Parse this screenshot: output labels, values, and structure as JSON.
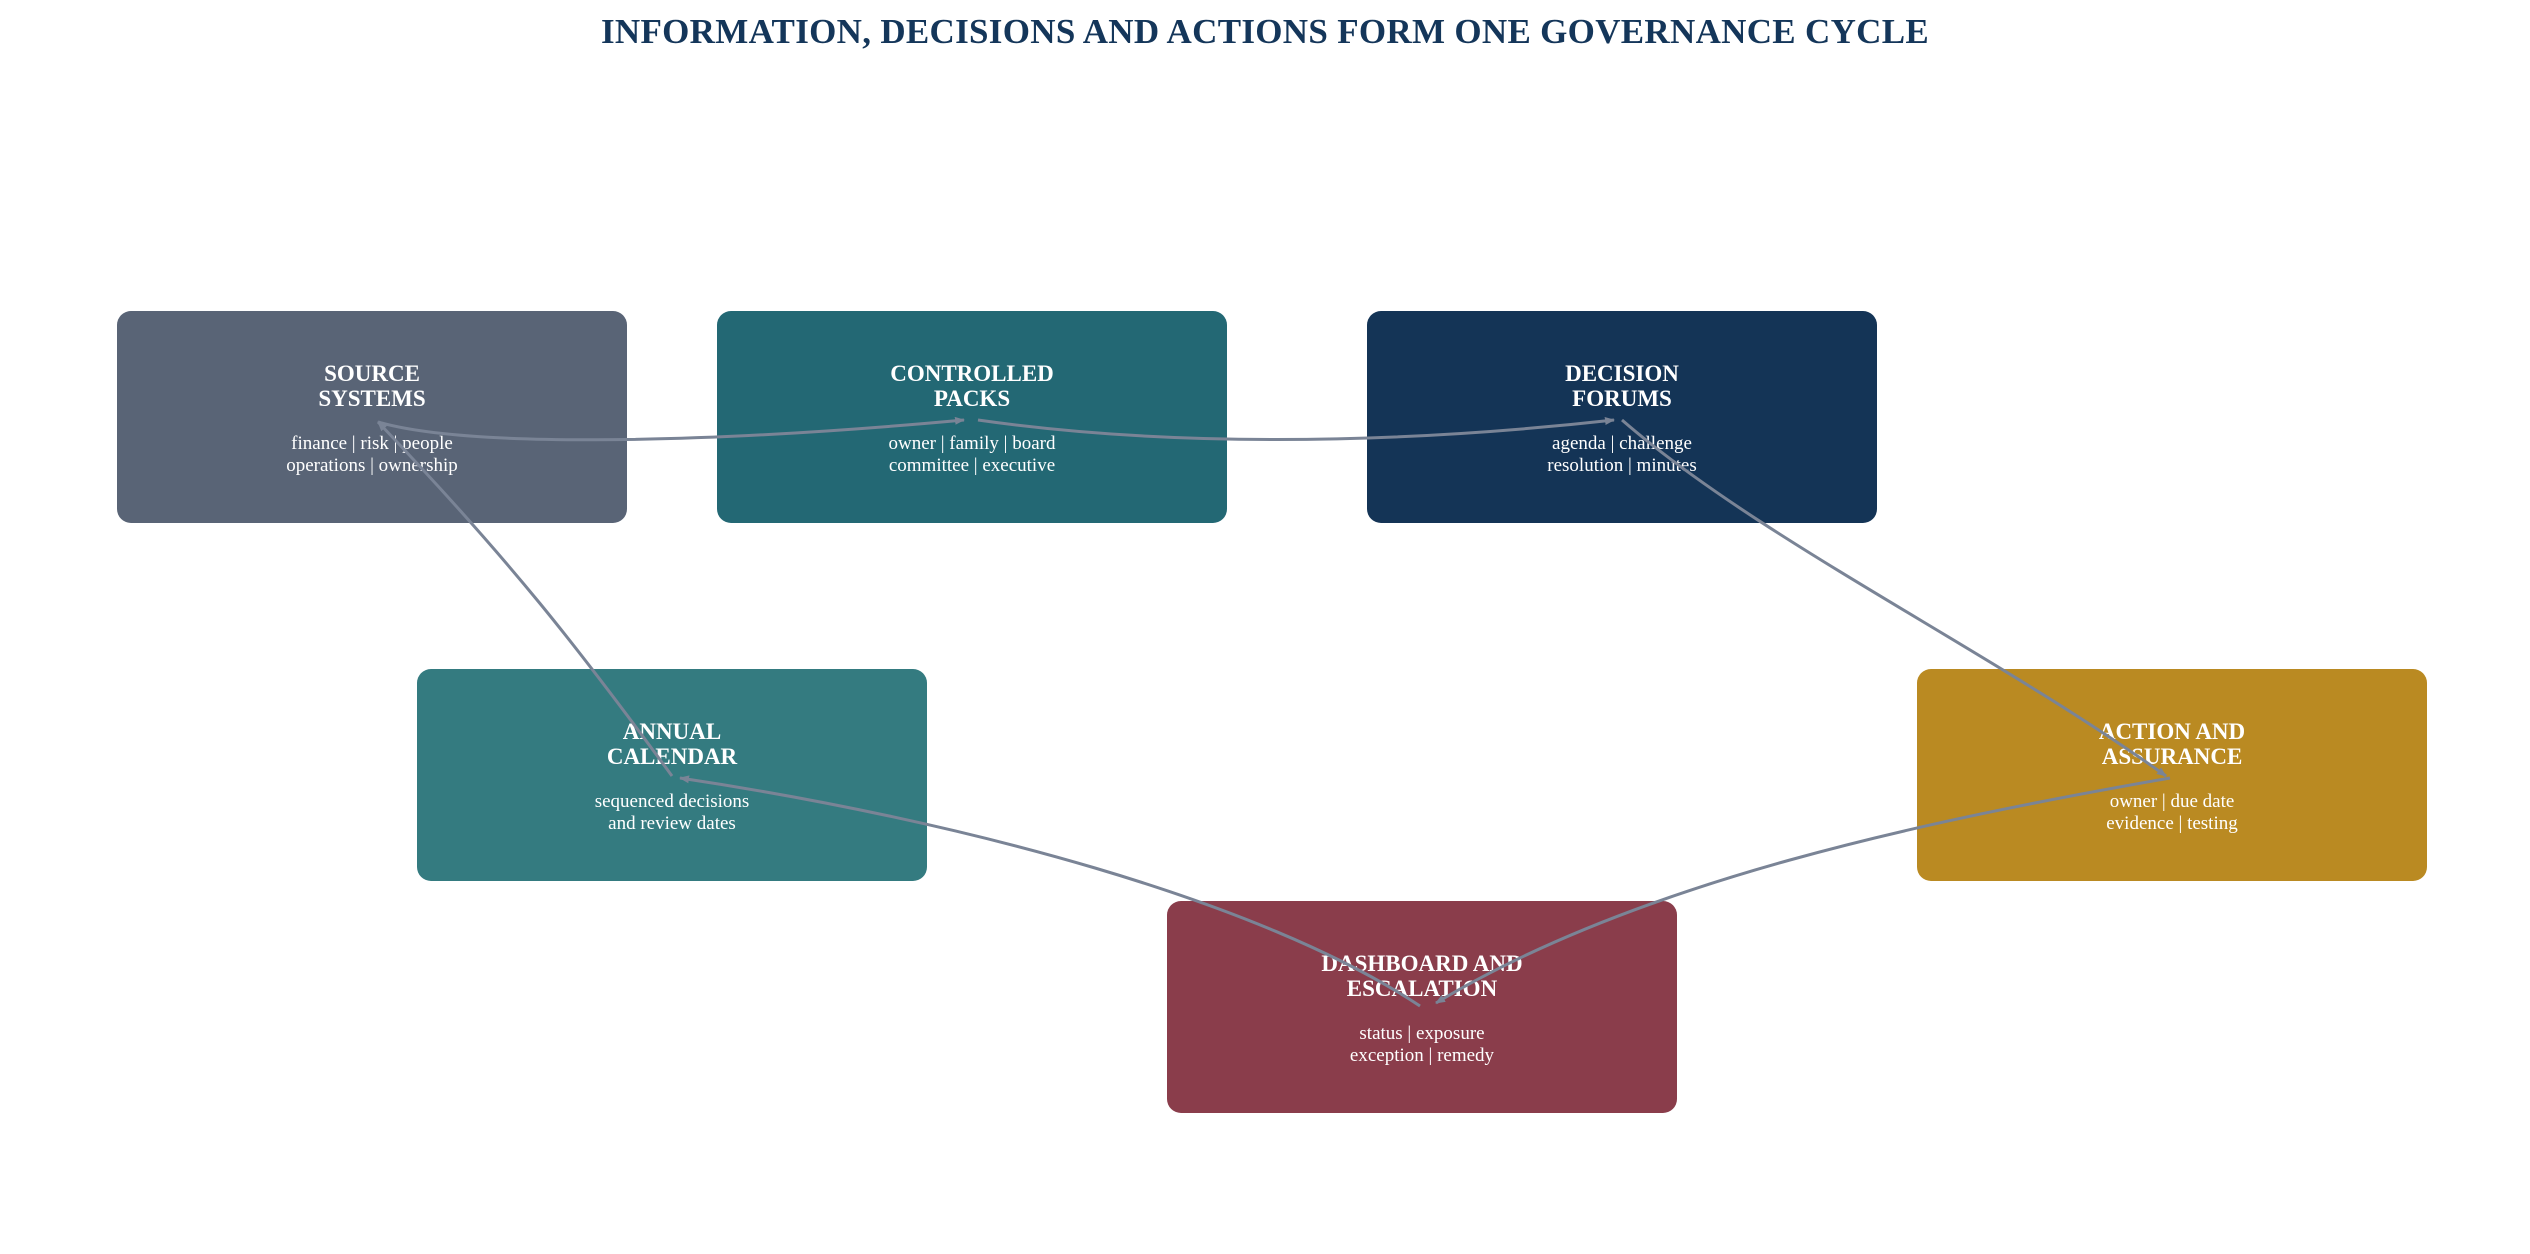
{
  "title": "INFORMATION, DECISIONS AND ACTIONS FORM ONE GOVERNANCE CYCLE",
  "colors": {
    "title": "#14365a",
    "arrow": "#7a8496",
    "source": "#596476",
    "packs": "#236874",
    "forums": "#143456",
    "calendar": "#347b80",
    "action": "#ba8a22",
    "dashboard": "#8a3d4b"
  },
  "nodes": {
    "source": {
      "title1": "SOURCE",
      "title2": "SYSTEMS",
      "sub1": "finance | risk | people",
      "sub2": "operations | ownership"
    },
    "packs": {
      "title1": "CONTROLLED",
      "title2": "PACKS",
      "sub1": "owner | family | board",
      "sub2": "committee | executive"
    },
    "forums": {
      "title1": "DECISION",
      "title2": "FORUMS",
      "sub1": "agenda | challenge",
      "sub2": "resolution | minutes"
    },
    "calendar": {
      "title1": "ANNUAL",
      "title2": "CALENDAR",
      "sub1": "sequenced decisions",
      "sub2": "and review dates"
    },
    "action": {
      "title1": "ACTION AND",
      "title2": "ASSURANCE",
      "sub1": "owner | due date",
      "sub2": "evidence | testing"
    },
    "dashboard": {
      "title1": "DASHBOARD AND",
      "title2": "ESCALATION",
      "sub1": "status | exposure",
      "sub2": "exception | remedy"
    }
  },
  "edges": [
    {
      "from": "source",
      "to": "packs"
    },
    {
      "from": "packs",
      "to": "forums"
    },
    {
      "from": "forums",
      "to": "action"
    },
    {
      "from": "action",
      "to": "dashboard"
    },
    {
      "from": "dashboard",
      "to": "calendar"
    },
    {
      "from": "calendar",
      "to": "source"
    }
  ]
}
